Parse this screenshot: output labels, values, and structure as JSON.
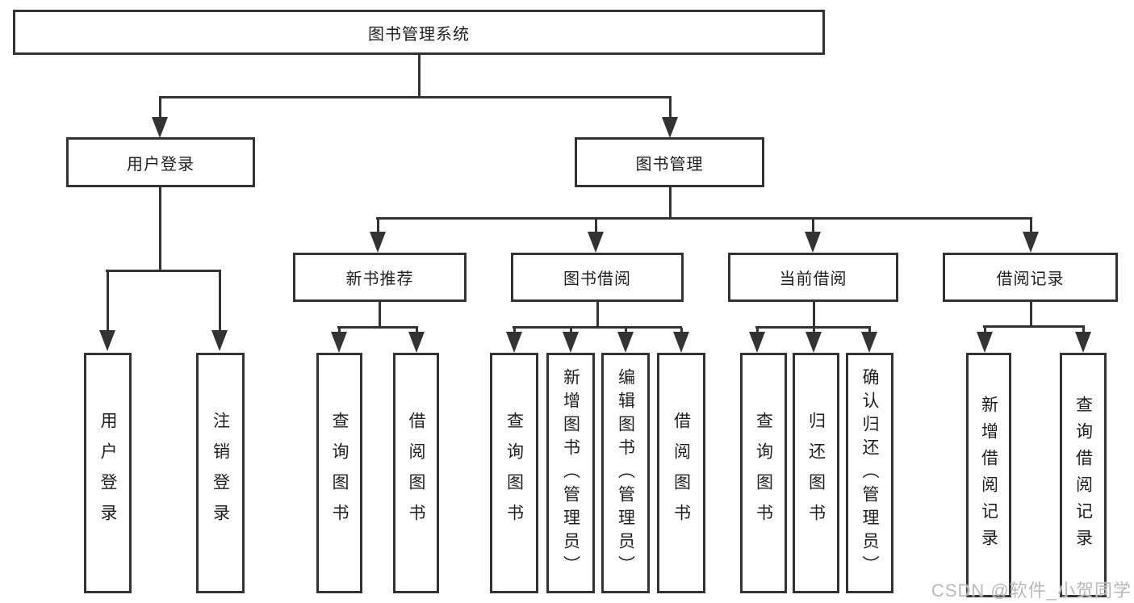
{
  "diagram": {
    "root": {
      "label": "图书管理系统"
    },
    "branches": [
      {
        "label": "用户登录",
        "children": [
          {
            "label": "用户登录"
          },
          {
            "label": "注销登录"
          }
        ]
      },
      {
        "label": "图书管理",
        "children": [
          {
            "label": "新书推荐",
            "children": [
              {
                "label": "查询图书"
              },
              {
                "label": "借阅图书"
              }
            ]
          },
          {
            "label": "图书借阅",
            "children": [
              {
                "label": "查询图书"
              },
              {
                "label": "新增图书（管理员）"
              },
              {
                "label": "编辑图书（管理员）"
              },
              {
                "label": "借阅图书"
              }
            ]
          },
          {
            "label": "当前借阅",
            "children": [
              {
                "label": "查询图书"
              },
              {
                "label": "归还图书"
              },
              {
                "label": "确认归还（管理员）"
              }
            ]
          },
          {
            "label": "借阅记录",
            "children": [
              {
                "label": "新增借阅记录"
              },
              {
                "label": "查询借阅记录"
              }
            ]
          }
        ]
      }
    ]
  },
  "watermark": {
    "text": "CSDN @软件_小贺同学"
  },
  "colors": {
    "line": "#333333",
    "text": "#1f1f1f",
    "watermark": "#b9b9b9",
    "background": "#ffffff"
  }
}
